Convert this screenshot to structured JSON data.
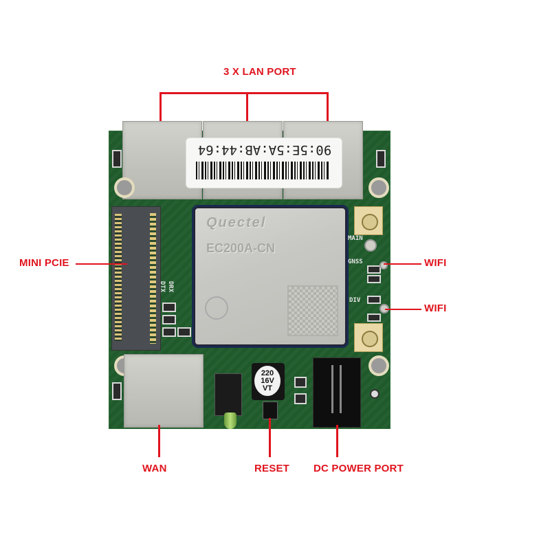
{
  "labels": {
    "lan": "3 X LAN PORT",
    "mini_pcie": "MINI PCIE",
    "wifi_1": "WIFI",
    "wifi_2": "WIFI",
    "wan": "WAN",
    "reset": "RESET",
    "dc_power": "DC POWER PORT"
  },
  "board": {
    "mac_label": "90:5E:5A:AB:44:64",
    "module_brand": "Quectel",
    "module_model": "EC200A-CN",
    "capacitor_lines": [
      "220",
      "16V",
      "VT"
    ],
    "silkscreen": {
      "main": "MAIN",
      "gnss": "GNSS",
      "div": "DIV",
      "drx": "DRX",
      "dtx": "DTX"
    }
  },
  "colors": {
    "annotation": "#e0141e",
    "pcb": "#1f5a2b",
    "background": "#ffffff"
  }
}
